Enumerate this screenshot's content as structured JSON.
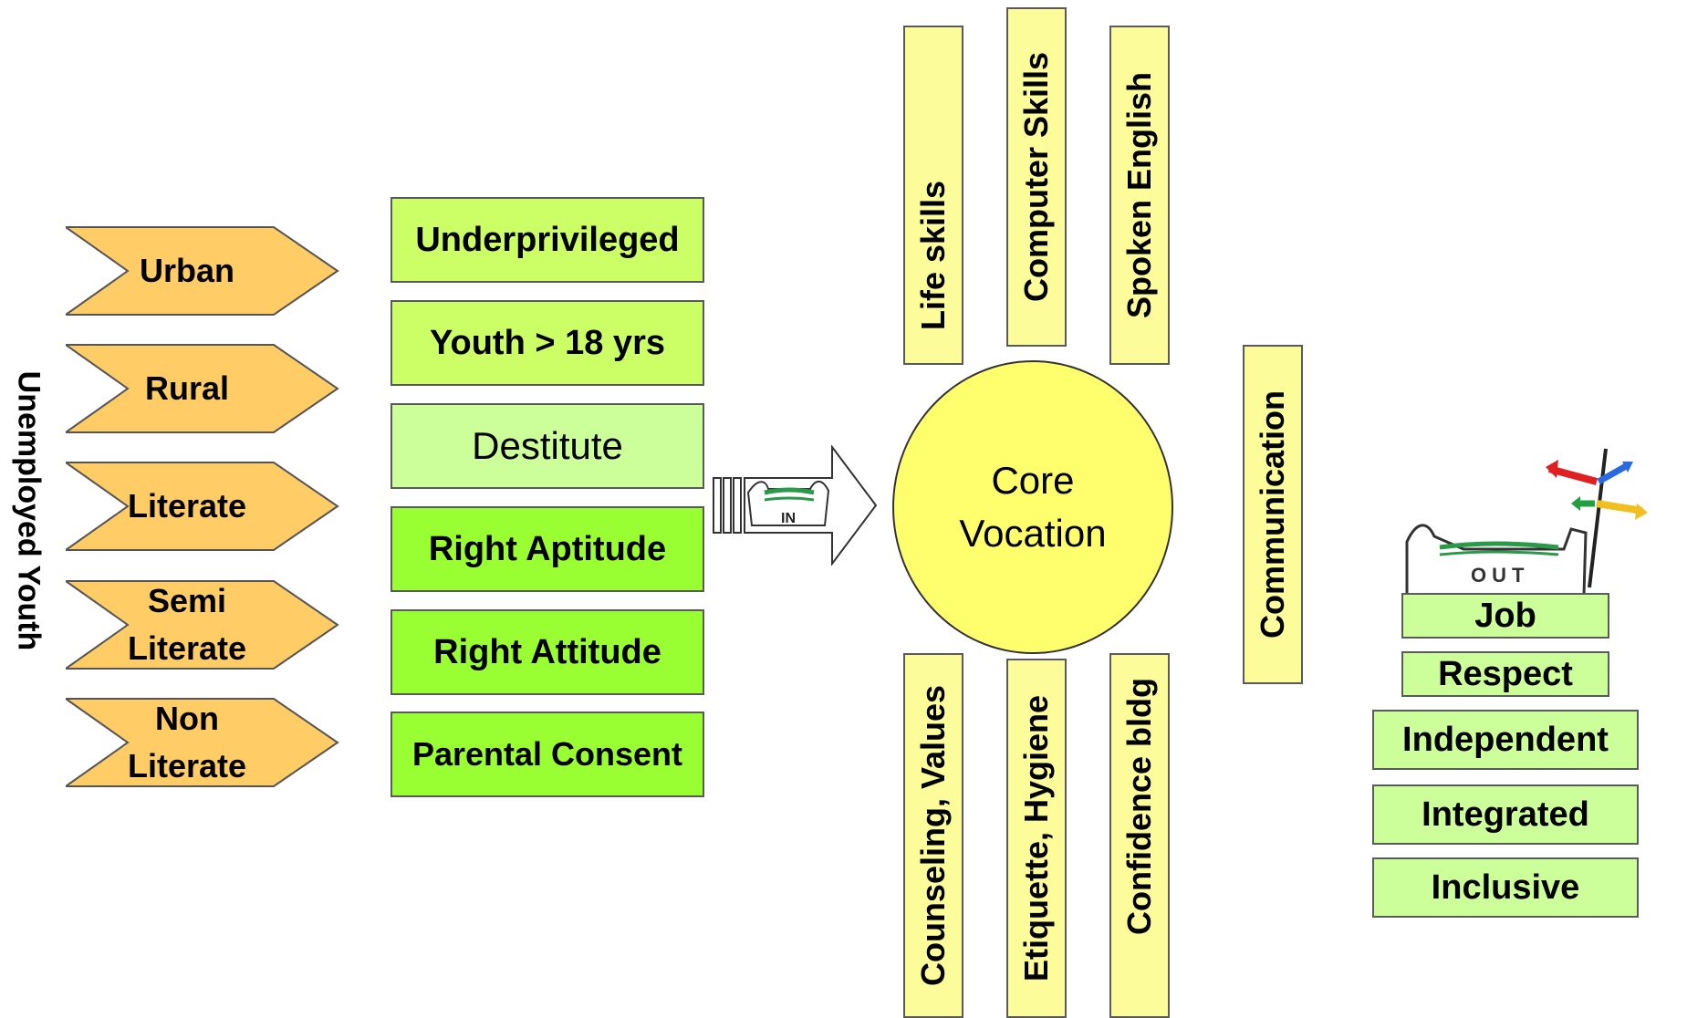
{
  "side_label": "Unemployed Youth",
  "categories": [
    {
      "lines": [
        "Urban"
      ]
    },
    {
      "lines": [
        "Rural"
      ]
    },
    {
      "lines": [
        "Literate"
      ]
    },
    {
      "lines": [
        "Semi",
        "Literate"
      ]
    },
    {
      "lines": [
        "Non",
        "Literate"
      ]
    }
  ],
  "criteria": [
    {
      "label": "Underprivileged",
      "bold": true,
      "color": "#ccff66"
    },
    {
      "label": "Youth > 18 yrs",
      "bold": true,
      "color": "#ccff66"
    },
    {
      "label": "Destitute",
      "bold": false,
      "color": "#ccff99"
    },
    {
      "label": "Right Aptitude",
      "bold": true,
      "color": "#99ff33"
    },
    {
      "label": "Right Attitude",
      "bold": true,
      "color": "#99ff33"
    },
    {
      "label": "Parental Consent",
      "bold": true,
      "color": "#99ff33"
    }
  ],
  "in_icon_text": "IN",
  "out_icon_text": "OUT",
  "core": {
    "line1": "Core",
    "line2": "Vocation"
  },
  "skills_top": [
    "Life skills",
    "Computer Skills",
    "Spoken English"
  ],
  "skills_bottom": [
    "Counseling, Values",
    "Etiquette, Hygiene",
    "Confidence bldg"
  ],
  "skill_right": "Communication",
  "outcomes": [
    "Job",
    "Respect",
    "Independent",
    "Integrated",
    "Inclusive"
  ],
  "colors": {
    "chevron_fill": "#ffcc66",
    "skill_fill": "#fcfc9b",
    "outcome_fill": "#ccff99",
    "core_fill": "#ffff6e"
  }
}
